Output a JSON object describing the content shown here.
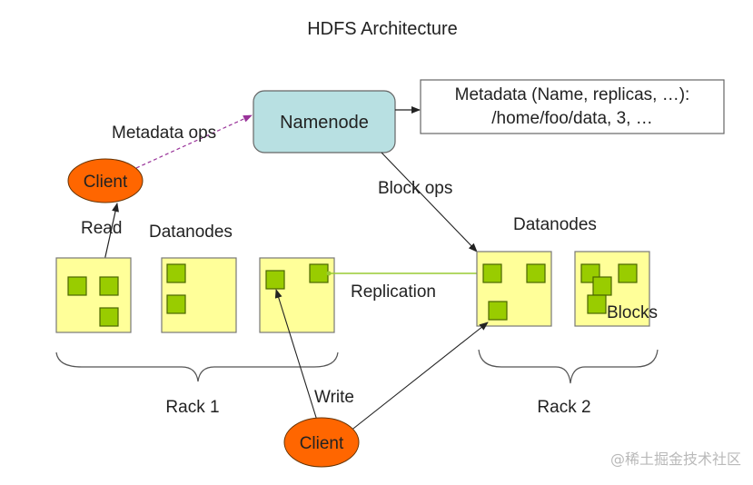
{
  "title": "HDFS Architecture",
  "colors": {
    "namenode_fill": "#b8e0e2",
    "client_fill": "#ff6600",
    "datanode_fill": "#ffff99",
    "block_fill": "#99cc00",
    "replication_line": "#99cc33",
    "metadata_ops_line": "#993399"
  },
  "namenode": {
    "label": "Namenode"
  },
  "metadata_box": {
    "line1": "Metadata (Name, replicas, …):",
    "line2": "/home/foo/data, 3, …"
  },
  "labels": {
    "metadata_ops": "Metadata ops",
    "block_ops": "Block ops",
    "read": "Read",
    "write": "Write",
    "replication": "Replication",
    "blocks": "Blocks",
    "datanodes_left": "Datanodes",
    "datanodes_right": "Datanodes",
    "rack1": "Rack 1",
    "rack2": "Rack 2"
  },
  "clients": [
    {
      "id": "read-client",
      "label": "Client"
    },
    {
      "id": "write-client",
      "label": "Client"
    }
  ],
  "racks": [
    {
      "name": "Rack 1",
      "datanodes": [
        {
          "blocks": 3
        },
        {
          "blocks": 2
        },
        {
          "blocks": 2
        }
      ]
    },
    {
      "name": "Rack 2",
      "datanodes": [
        {
          "blocks": 3
        },
        {
          "blocks": 4
        }
      ]
    }
  ],
  "watermark": "@稀土掘金技术社区"
}
